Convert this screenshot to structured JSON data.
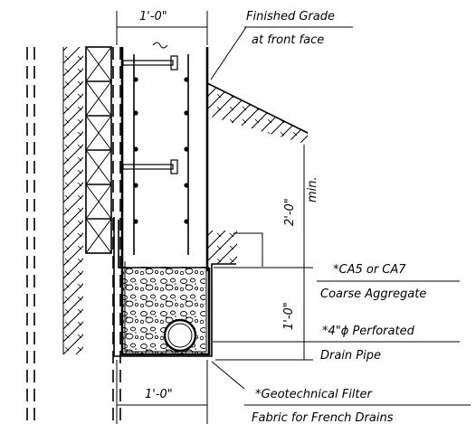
{
  "drawing": {
    "dims": {
      "top_width": "1'-0\"",
      "bottom_width": "1'-0\"",
      "vertical_upper": "2'-0\"",
      "vertical_upper_note": "min.",
      "vertical_lower": "1'-0\""
    },
    "labels": {
      "finished_grade_line1": "Finished Grade",
      "finished_grade_line2": "at front face",
      "aggregate_line1": "*CA5 or CA7",
      "aggregate_line2": "Coarse Aggregate",
      "pipe_line1": "*4\"ϕ Perforated",
      "pipe_line2": "Drain Pipe",
      "filter_line1": "*Geotechnical Filter",
      "filter_line2": "Fabric for French Drains"
    }
  }
}
